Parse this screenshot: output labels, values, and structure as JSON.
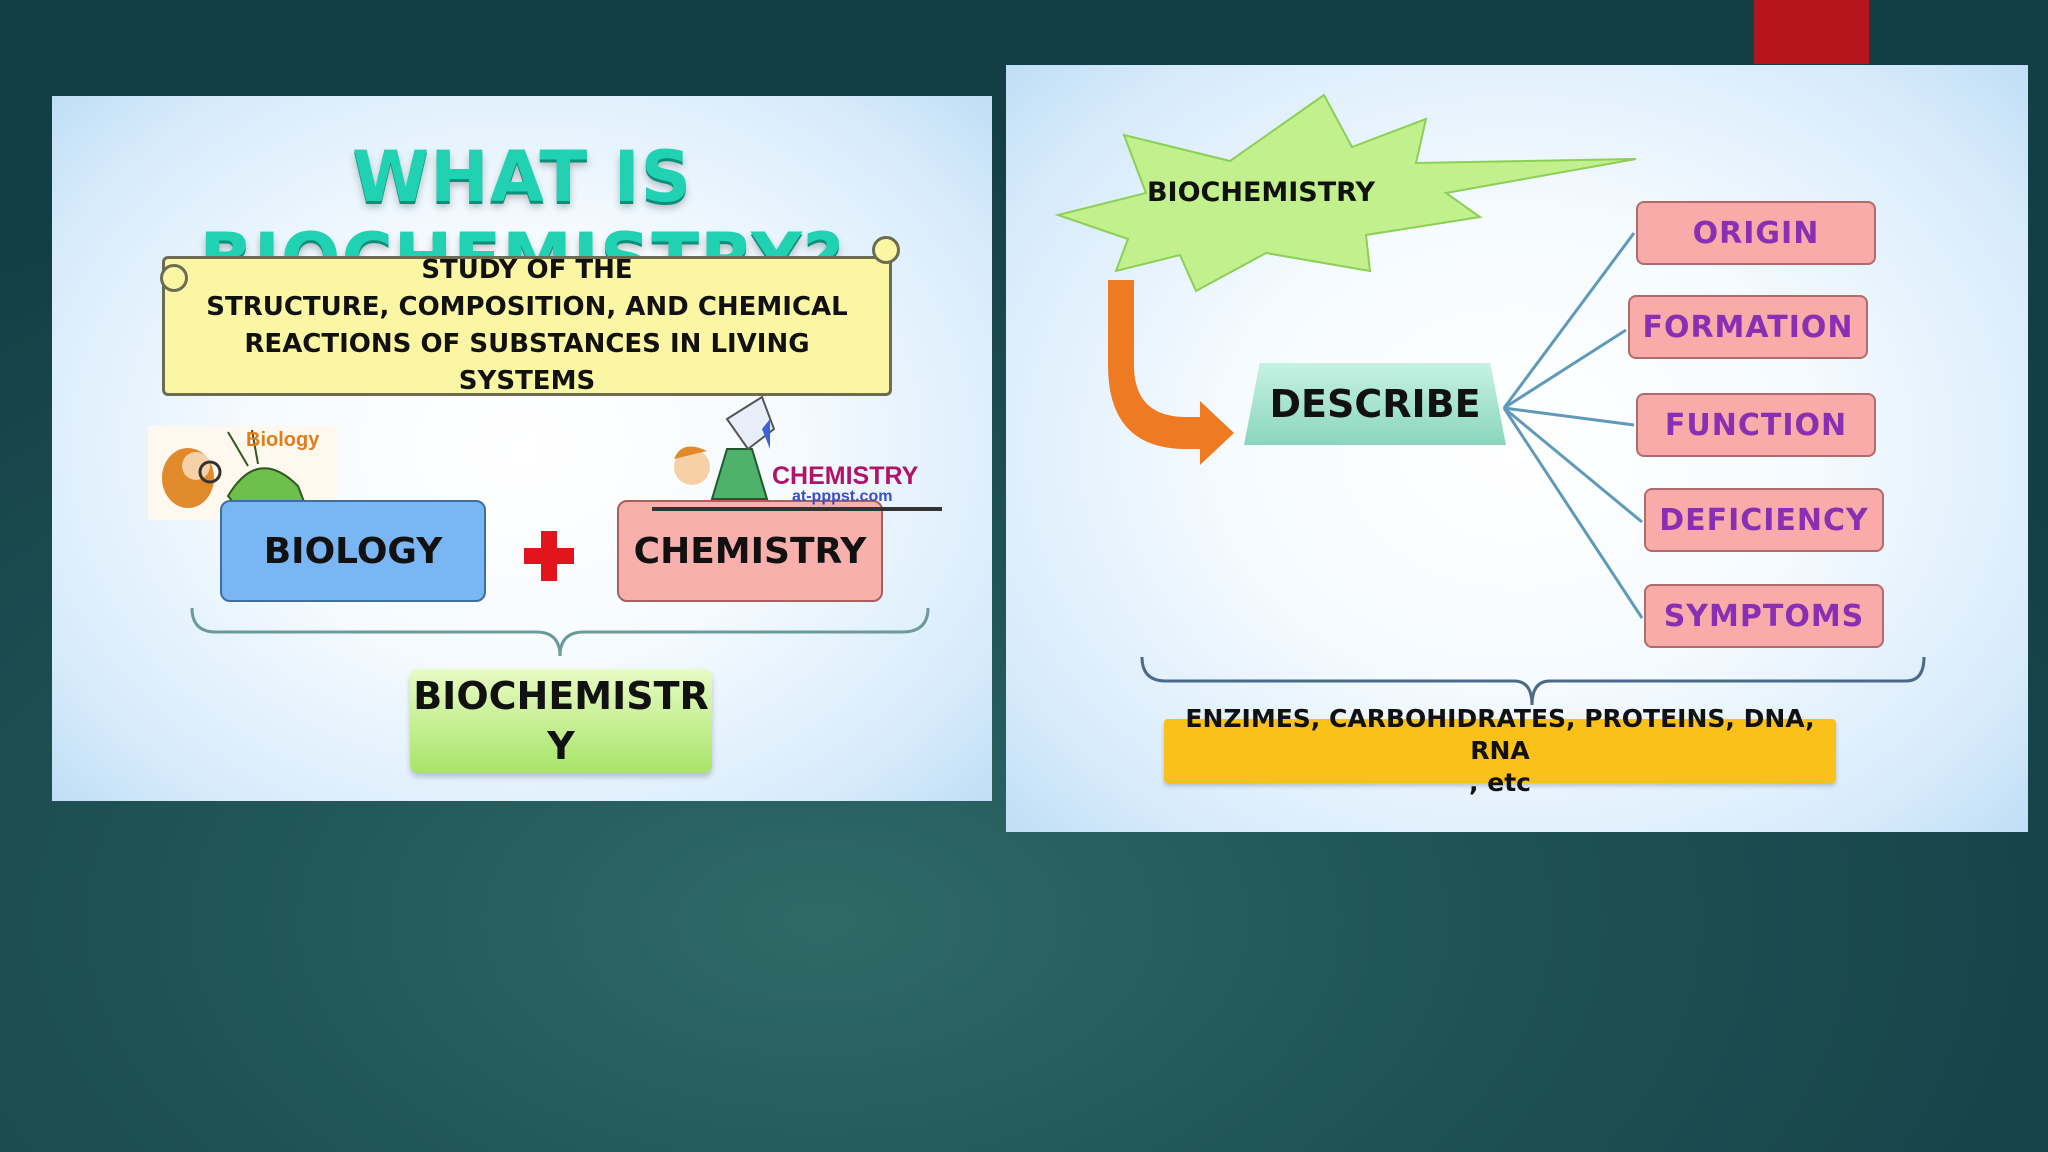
{
  "left_slide": {
    "title": "WHAT IS BIOCHEMISTRY?",
    "definition_lines": [
      "STUDY OF THE",
      "STRUCTURE, COMPOSITION, AND CHEMICAL",
      "REACTIONS OF SUBSTANCES IN LIVING",
      "SYSTEMS"
    ],
    "biology_label": "BIOLOGY",
    "chemistry_label": "CHEMISTRY",
    "result_lines": [
      "BIOCHEMISTR",
      "Y"
    ],
    "clipart_biology_text": "Biology",
    "clipart_chemistry_text": "CHEMISTRY",
    "clipart_chemistry_subtext": "at-pppst.com"
  },
  "right_slide": {
    "burst_label": "BIOCHEMISTRY",
    "describe_label": "DESCRIBE",
    "branches": [
      "ORIGIN",
      "FORMATION",
      "FUNCTION",
      "DEFICIENCY",
      "SYMPTOMS"
    ],
    "examples_lines": [
      "ENZIMES, CARBOHIDRATES, PROTEINS, DNA, RNA",
      ", etc"
    ]
  },
  "colors": {
    "accent": "#b3151a",
    "title": "#21d2b2",
    "branch_text": "#8a2fb3",
    "branch_fill": "#f8aba8",
    "examples_fill": "#f9c11a"
  }
}
